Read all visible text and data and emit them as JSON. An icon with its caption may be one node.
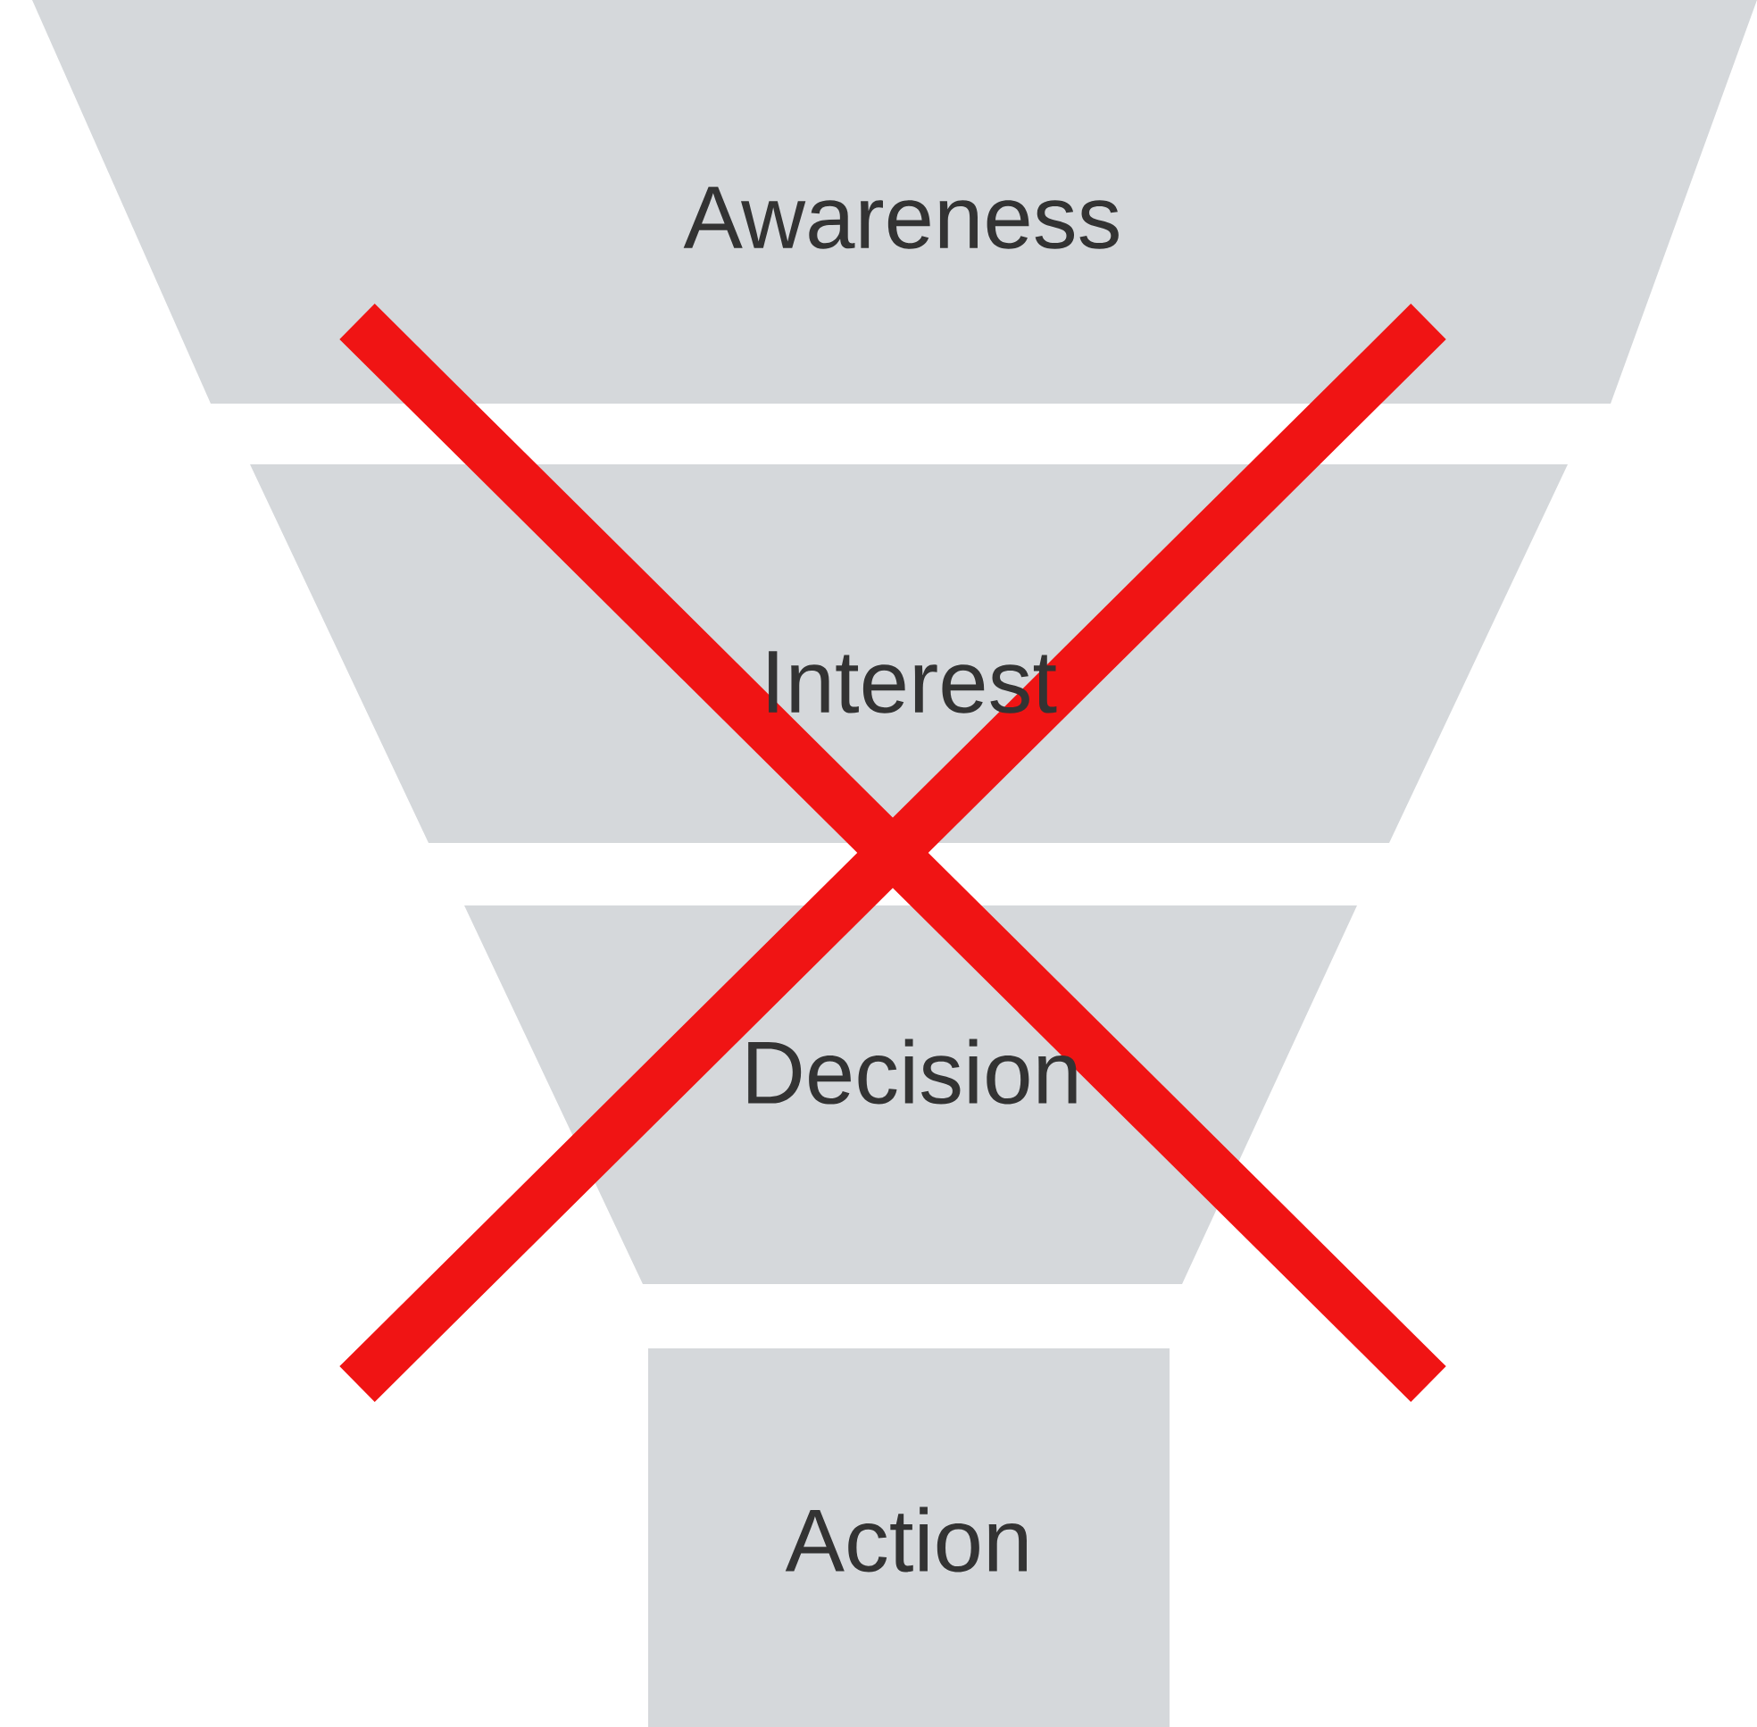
{
  "diagram": {
    "nodes": [
      {
        "text": [
          "Awareness"
        ]
      },
      {
        "text": [
          "Interest"
        ]
      },
      {
        "text": [
          "Decision"
        ]
      },
      {
        "text": [
          "Action"
        ]
      }
    ]
  }
}
